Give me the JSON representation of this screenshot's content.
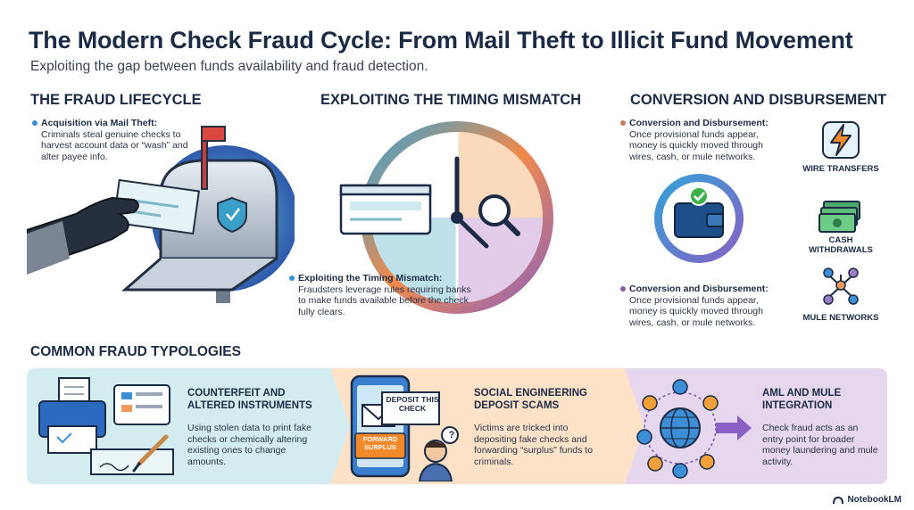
{
  "title": "The Modern Check Fraud Cycle: From Mail Theft to Illicit Fund Movement",
  "subtitle": "Exploiting the gap between funds availability and fraud detection.",
  "sections": {
    "lifecycle": {
      "heading": "THE FRAUD LIFECYCLE",
      "bullet_title": "Acquisition via Mail Theft:",
      "bullet_text": "Criminals steal genuine checks to harvest account data or “wash” and alter payee info."
    },
    "timing": {
      "heading": "EXPLOITING THE TIMING MISMATCH",
      "bullet_title": "Exploiting the Timing Mismatch:",
      "bullet_text": "Fraudsters leverage rules requiring banks to make funds available before the check fully clears."
    },
    "conversion": {
      "heading": "CONVERSION AND DISBURSEMENT",
      "bullet1_title": "Conversion and Disbursement:",
      "bullet1_text": "Once provisional funds appear, money is quickly moved through wires, cash, or mule networks.",
      "bullet2_title": "Conversion and Disbursement:",
      "bullet2_text": "Once provisional funds appear, money is quickly moved through wires, cash, or mule networks.",
      "icons": [
        {
          "label": "WIRE TRANSFERS",
          "icon": "lightning-icon"
        },
        {
          "label": "CASH WITHDRAWALS",
          "icon": "cash-icon"
        },
        {
          "label": "MULE NETWORKS",
          "icon": "network-icon"
        }
      ]
    }
  },
  "typologies": {
    "heading": "COMMON FRAUD TYPOLOGIES",
    "cards": [
      {
        "title": "COUNTERFEIT AND ALTERED INSTRUMENTS",
        "text": "Using stolen data to print fake checks or chemically altering existing ones to change amounts."
      },
      {
        "title": "SOCIAL ENGINEERING DEPOSIT SCAMS",
        "text": "Victims are tricked into depositing fake checks and forwarding “surplus” funds to criminals.",
        "phone_label": "DEPOSIT THIS CHECK",
        "forward_label": "FORWARD SURPLUS"
      },
      {
        "title": "AML AND MULE INTEGRATION",
        "text": "Check fraud acts as an entry point for broader money laundering and mule activity."
      }
    ]
  },
  "brand": "NotebookLM",
  "colors": {
    "navy": "#1c2b45",
    "blue": "#3c8fd6",
    "teal": "#7fcfd0",
    "orange": "#f29a5a",
    "purple": "#9b7bc4"
  }
}
